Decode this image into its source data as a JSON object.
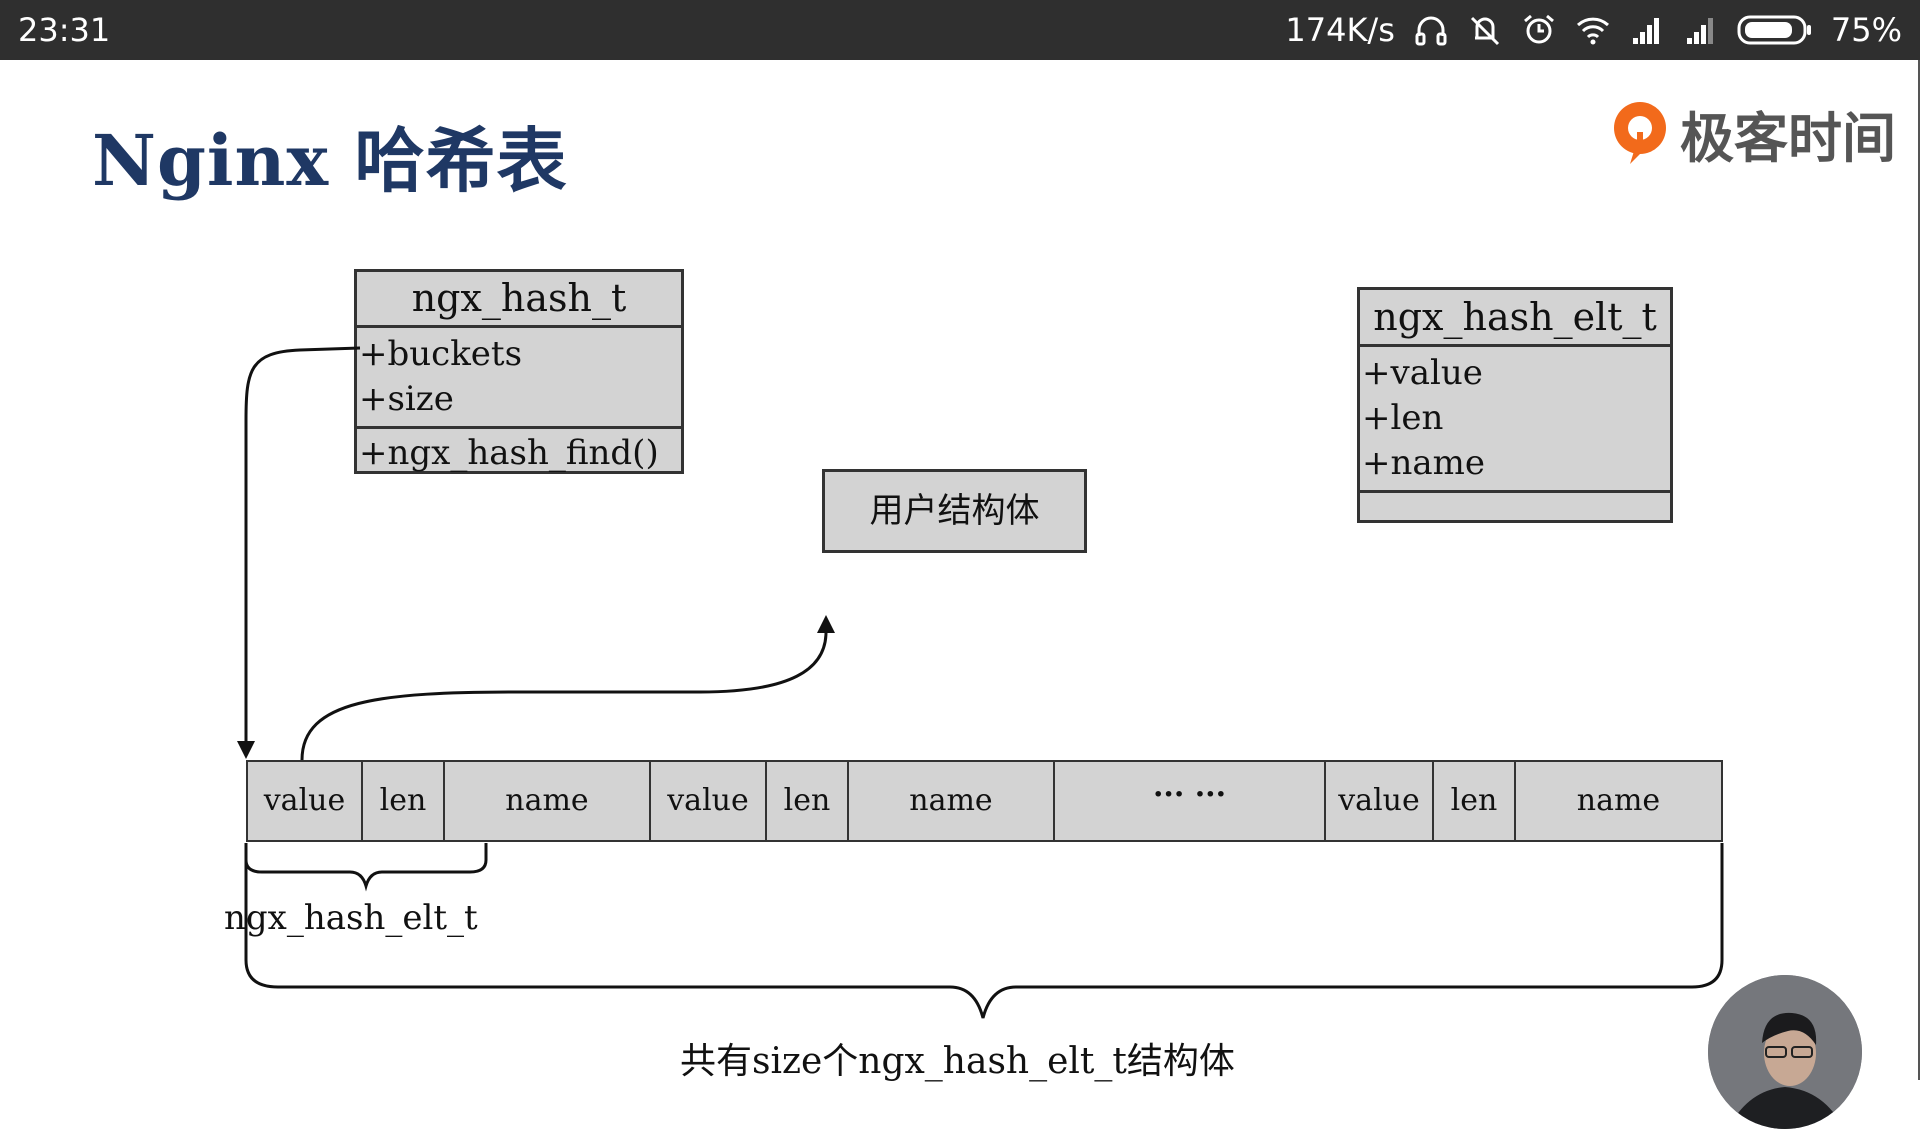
{
  "status_bar": {
    "time": "23:31",
    "network_speed": "174K/s",
    "battery": "75%",
    "icons": [
      "headphones-icon",
      "mute-icon",
      "alarm-icon",
      "wifi-icon",
      "signal-icon",
      "signal-icon",
      "battery-icon"
    ]
  },
  "slide": {
    "title": "Nginx 哈希表",
    "logo_text": "极客时间",
    "colors": {
      "title": "#1f3864",
      "box_fill": "#d3d3d3",
      "logo_orange": "#f26a1b"
    },
    "hash_t": {
      "header": "ngx_hash_t",
      "fields": [
        "+buckets",
        "+size"
      ],
      "methods": [
        "+ngx_hash_find()"
      ]
    },
    "hash_elt_t": {
      "header": "ngx_hash_elt_t",
      "fields": [
        "+value",
        "+len",
        "+name"
      ]
    },
    "user_struct": "用户结构体",
    "array_cells": [
      "value",
      "len",
      "name",
      "value",
      "len",
      "name",
      "··· ···",
      "value",
      "len",
      "name"
    ],
    "brace_small_label": "ngx_hash_elt_t",
    "brace_big_label": "共有size个ngx_hash_elt_t结构体"
  }
}
